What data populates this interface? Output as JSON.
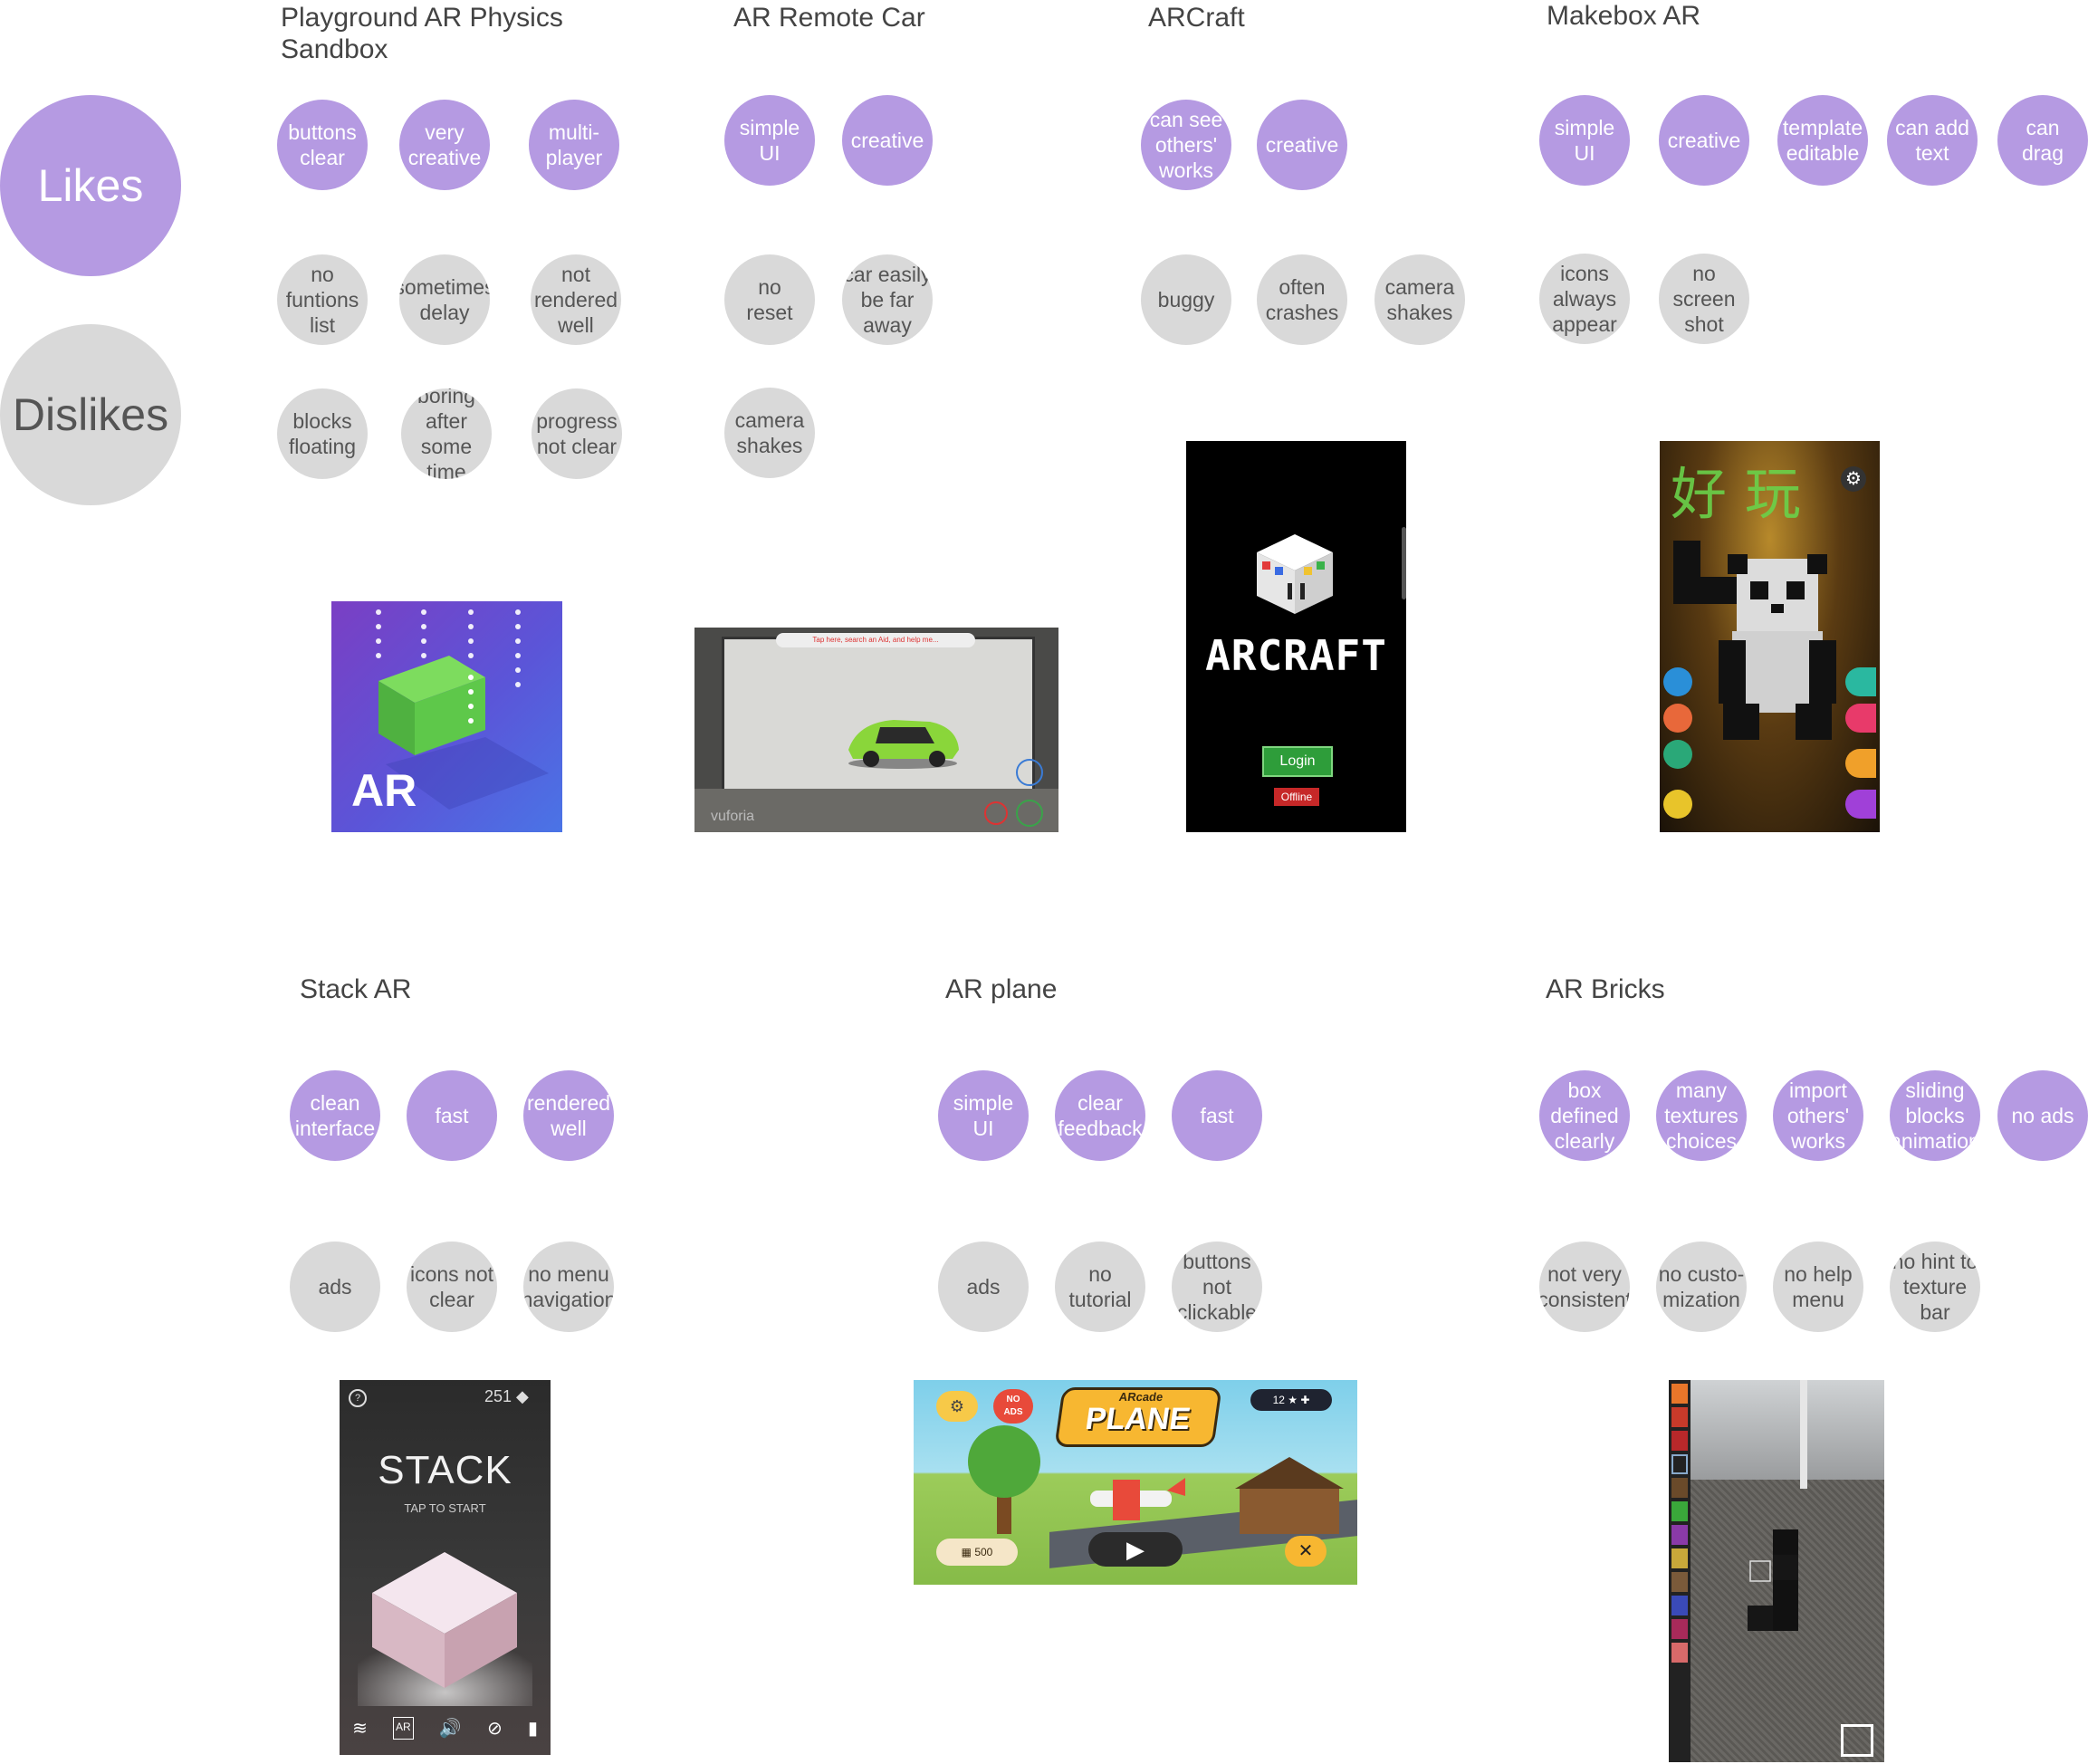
{
  "legend": {
    "likes": "Likes",
    "dislikes": "Dislikes"
  },
  "apps": [
    {
      "title": "Playground AR Physics\nSandbox",
      "likes": [
        "buttons\nclear",
        "very\ncreative",
        "multi-\nplayer"
      ],
      "dislikes": [
        "no\nfuntions\nlist",
        "sometimes\ndelay",
        "not\nrendered\nwell",
        "blocks\nfloating",
        "boring\nafter\nsome\ntime",
        "progress\nnot clear"
      ],
      "screenshot": {
        "text": "AR"
      }
    },
    {
      "title": "AR Remote Car",
      "likes": [
        "simple\nUI",
        "creative"
      ],
      "dislikes": [
        "no\nreset",
        "car easily\nbe far\naway",
        "camera\nshakes"
      ],
      "screenshot": {
        "text": "vuforia",
        "hint": "Tap here, search an Aid, and help me..."
      }
    },
    {
      "title": "ARCraft",
      "likes": [
        "can see\nothers'\nworks",
        "creative"
      ],
      "dislikes": [
        "buggy",
        "often\ncrashes",
        "camera\nshakes"
      ],
      "screenshot": {
        "logo": "ARCRAFT",
        "login": "Login",
        "offline": "Offline"
      }
    },
    {
      "title": "Makebox AR",
      "likes": [
        "simple\nUI",
        "creative",
        "template\neditable",
        "can add\ntext",
        "can\ndrag"
      ],
      "dislikes": [
        "icons\nalways\nappear",
        "no\nscreen\nshot"
      ],
      "screenshot": {
        "handwriting": "好 玩"
      }
    },
    {
      "title": "Stack AR",
      "likes": [
        "clean\ninterface",
        "fast",
        "rendered\nwell"
      ],
      "dislikes": [
        "ads",
        "icons not\nclear",
        "no menu\nnavigation"
      ],
      "screenshot": {
        "score": "251",
        "title": "STACK",
        "subtitle": "TAP TO START"
      }
    },
    {
      "title": "AR plane",
      "likes": [
        "simple\nUI",
        "clear\nfeedback",
        "fast"
      ],
      "dislikes": [
        "ads",
        "no\ntutorial",
        "buttons\nnot\nclickable"
      ],
      "screenshot": {
        "brand": "ARcade",
        "title": "PLANE",
        "coins": "500",
        "stars": "12",
        "noads": "NO\nADS"
      }
    },
    {
      "title": "AR Bricks",
      "likes": [
        "box\ndefined\nclearly",
        "many\ntextures\nchoices",
        "import\nothers'\nworks",
        "sliding\nblocks\nanimation",
        "no ads"
      ],
      "dislikes": [
        "not very\nconsistent",
        "no custo-\nmization",
        "no help\nmenu",
        "no hint to\ntexture bar"
      ],
      "screenshot": {}
    }
  ],
  "colors": {
    "like": "#b59ae2",
    "dislike": "#d9d9d9"
  }
}
